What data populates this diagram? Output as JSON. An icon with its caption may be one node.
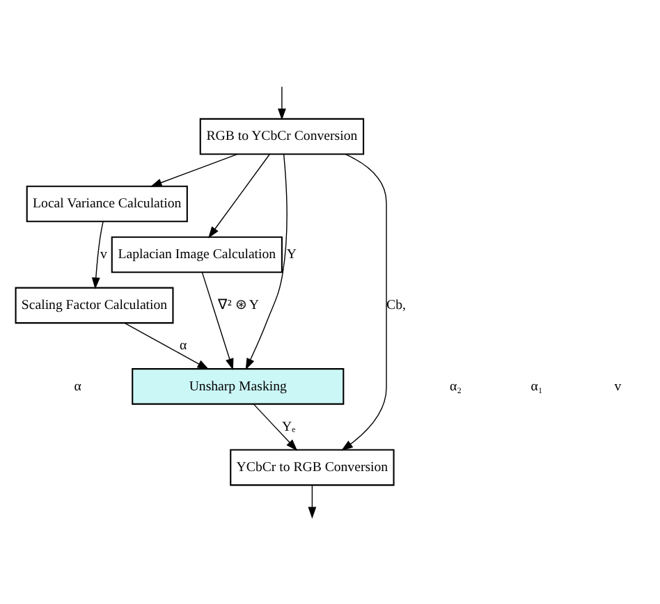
{
  "diagram": {
    "nodes": [
      {
        "text": [
          "RGB to YCbCr Conversion"
        ]
      },
      {
        "text": [
          "Local Variance Calculation"
        ]
      },
      {
        "text": [
          "Laplacian Image Calculation"
        ]
      },
      {
        "text": [
          "Scaling Factor Calculation"
        ]
      },
      {
        "text": [
          "Unsharp Masking"
        ]
      },
      {
        "text": [
          "YCbCr to RGB Conversion"
        ]
      }
    ],
    "edges": [
      {
        "from": null,
        "to": 0,
        "arrow": "to"
      },
      {
        "from": 0,
        "to": 1,
        "arrow": "to"
      },
      {
        "from": 0,
        "to": 2,
        "arrow": "to"
      },
      {
        "from": 0,
        "to": 4,
        "arrow": "to",
        "label": "Y"
      },
      {
        "from": 0,
        "to": 5,
        "arrow": "to",
        "label": "Cb,"
      },
      {
        "from": 1,
        "to": 3,
        "arrow": "to",
        "label": "v"
      },
      {
        "from": 2,
        "to": 4,
        "arrow": "to",
        "label": "∇² ⊛ Y"
      },
      {
        "from": 3,
        "to": 4,
        "arrow": "to",
        "label": "α"
      },
      {
        "from": 4,
        "to": 5,
        "arrow": "to",
        "label": "Yₑ"
      },
      {
        "from": 5,
        "to": null,
        "arrow": "to"
      }
    ],
    "labels": [
      "α",
      "α₂",
      "α₁",
      "v"
    ]
  }
}
